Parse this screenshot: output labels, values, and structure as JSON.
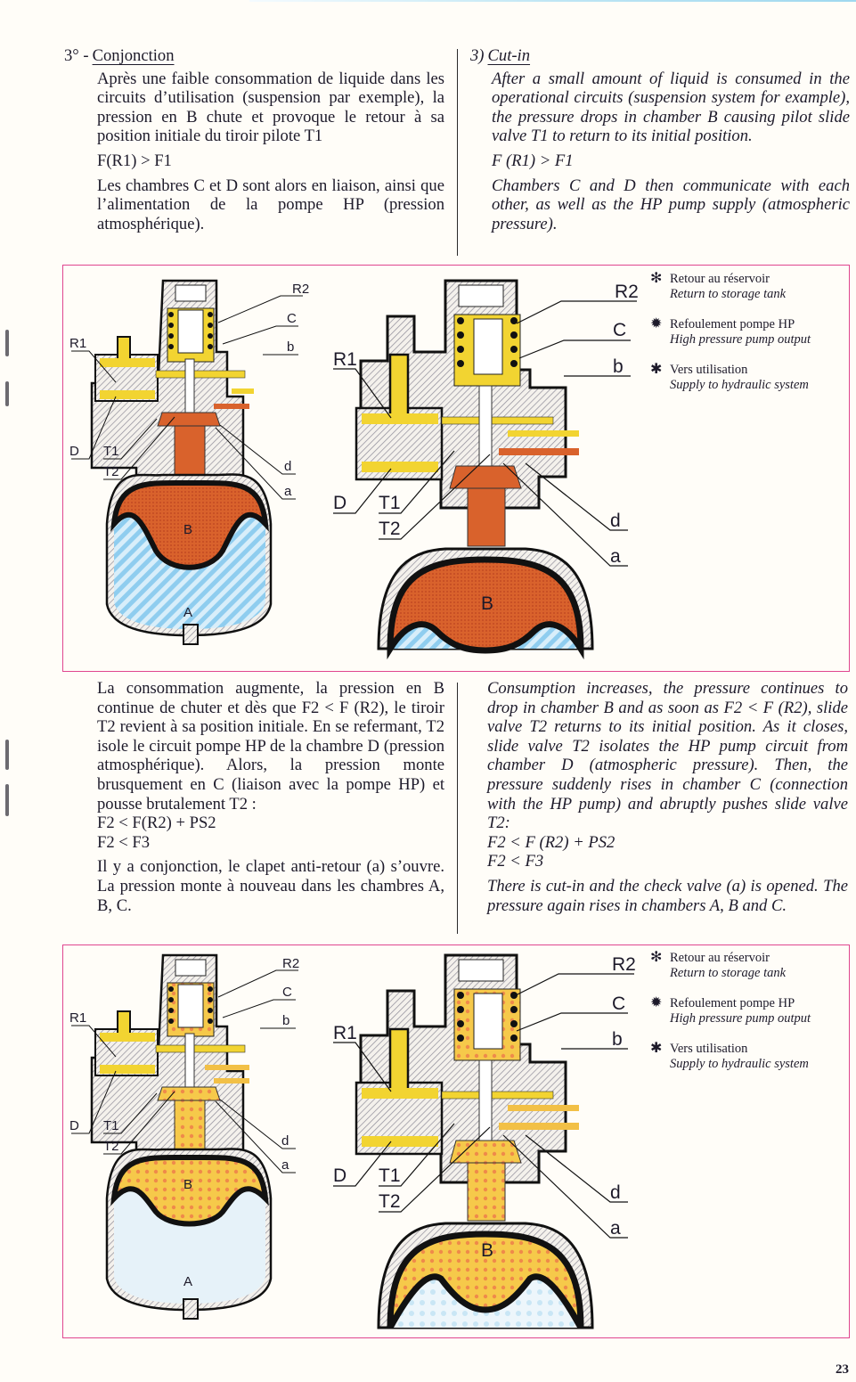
{
  "page_number": "23",
  "section1": {
    "fr": {
      "number": "3° -",
      "title": "Conjonction",
      "paragraph1": "Après une faible consommation de liquide dans les circuits d’utilisation (suspension par exemple), la pression en B chute et provoque le retour à sa position initiale du tiroir pilote T1",
      "formula": "F(R1) > F1",
      "paragraph2": "Les chambres C et D sont alors en liaison, ainsi que l’alimentation de la pompe HP (pression atmosphérique)."
    },
    "en": {
      "number": "3)",
      "title": "Cut-in",
      "paragraph1": "After a small amount of liquid is consumed in the operational circuits (suspension system for example), the pressure drops in chamber B causing pilot slide valve T1 to return to its initial position.",
      "formula": "F (R1) > F1",
      "paragraph2": "Chambers C and D then communicate with each other, as well as the HP pump supply (atmospheric pressure)."
    }
  },
  "section2": {
    "fr": {
      "paragraph1": "La consommation augmente, la pression en B continue de chuter et dès que F2 < F (R2), le tiroir T2 revient à sa position initiale. En se refermant, T2 isole le circuit pompe HP de la chambre D (pression atmosphérique). Alors, la pression monte brusquement en C (liaison avec la pompe HP) et pousse brutalement T2 :",
      "formula1": "F2 < F(R2) + PS2",
      "formula2": "F2 < F3",
      "paragraph2": "Il y a conjonction, le clapet anti-retour (a) s’ouvre. La pression monte à nouveau dans les chambres A, B, C."
    },
    "en": {
      "paragraph1": "Consumption increases, the pressure continues to drop in chamber B and as soon as F2 < F (R2), slide valve T2 returns to its initial position. As it closes, slide valve T2 isolates the HP pump circuit from chamber D (atmospheric pressure). Then, the pressure suddenly rises in chamber C (connection with the HP pump) and abruptly pushes slide valve T2:",
      "formula1": "F2 < F (R2) + PS2",
      "formula2": "F2 < F3",
      "paragraph2": "There is cut-in and the check valve (a) is opened. The pressure again rises in chambers A, B and C."
    }
  },
  "legend": [
    {
      "icon": "asterisk-open",
      "fr": "Retour au réservoir",
      "en": "Return to storage tank"
    },
    {
      "icon": "asterisk-filled",
      "fr": "Refoulement pompe HP",
      "en": "High pressure pump output"
    },
    {
      "icon": "asterisk-bold",
      "fr": "Vers utilisation",
      "en": "Supply to hydraulic system"
    }
  ],
  "diagram_labels": {
    "small": [
      "R2",
      "C",
      "b",
      "R1",
      "D",
      "T1",
      "T2",
      "d",
      "a",
      "B",
      "A"
    ],
    "large": [
      "R2",
      "C",
      "b",
      "R1",
      "D",
      "T1",
      "T2",
      "d",
      "a",
      "B"
    ]
  },
  "colors": {
    "frame": "#e0468f",
    "chamber_b_fig1": "#d9602a",
    "chamber_b_fig2": "#f2b43c",
    "fluid_yellow": "#f2d431",
    "gas_blue": "#9fd3ee",
    "body_hatch": "#9c9aa6"
  }
}
